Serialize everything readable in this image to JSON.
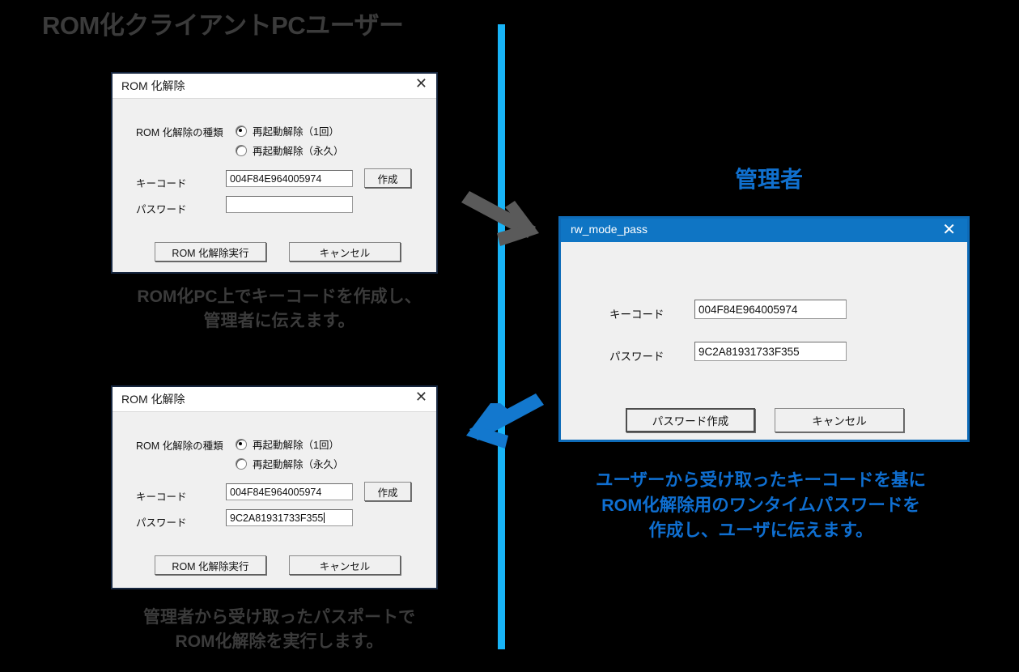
{
  "colors": {
    "background": "#000000",
    "divider": "#18B4F7",
    "arrow_gray": "#5A5A5A",
    "arrow_blue": "#1378CE",
    "caption_gray": "#3B3B3B",
    "caption_blue": "#0F6FD1",
    "titlebar_blue": "#0F75C4"
  },
  "headings": {
    "user_side": "ROM化クライアントPCユーザー",
    "admin_side": "管理者"
  },
  "captions": {
    "create_key": "ROM化PC上でキーコードを作成し、\n管理者に伝えます。",
    "exec_release": "管理者から受け取ったパスポートで\nROM化解除を実行します。",
    "admin_make_pass": "ユーザーから受け取ったキーコードを基に\nROM化解除用のワンタイムパスワードを\n作成し、ユーザに伝えます。"
  },
  "values": {
    "key_code": "004F84E964005974",
    "password": "9C2A81931733F355"
  },
  "dialog_rom_top": {
    "title": "ROM 化解除",
    "close_icon": "close-icon",
    "labels": {
      "release_type": "ROM 化解除の種類",
      "key_code": "キーコード",
      "password": "パスワード"
    },
    "radios": [
      {
        "label": "再起動解除（1回）",
        "selected": true
      },
      {
        "label": "再起動解除（永久）",
        "selected": false
      }
    ],
    "fields": {
      "key_code_value": "004F84E964005974",
      "password_value": "",
      "password_placeholder": ""
    },
    "buttons": {
      "create": "作成",
      "execute": "ROM 化解除実行",
      "cancel": "キャンセル"
    }
  },
  "dialog_rom_bottom": {
    "title": "ROM 化解除",
    "close_icon": "close-icon",
    "labels": {
      "release_type": "ROM 化解除の種類",
      "key_code": "キーコード",
      "password": "パスワード"
    },
    "radios": [
      {
        "label": "再起動解除（1回）",
        "selected": true
      },
      {
        "label": "再起動解除（永久）",
        "selected": false
      }
    ],
    "fields": {
      "key_code_value": "004F84E964005974",
      "password_value": "9C2A81931733F355"
    },
    "buttons": {
      "create": "作成",
      "execute": "ROM 化解除実行",
      "cancel": "キャンセル"
    }
  },
  "dialog_admin": {
    "title": "rw_mode_pass",
    "close_icon": "close-icon",
    "labels": {
      "key_code": "キーコード",
      "password": "パスワード"
    },
    "fields": {
      "key_code_value": "004F84E964005974",
      "password_value": "9C2A81931733F355"
    },
    "buttons": {
      "create_password": "パスワード作成",
      "cancel": "キャンセル"
    }
  }
}
